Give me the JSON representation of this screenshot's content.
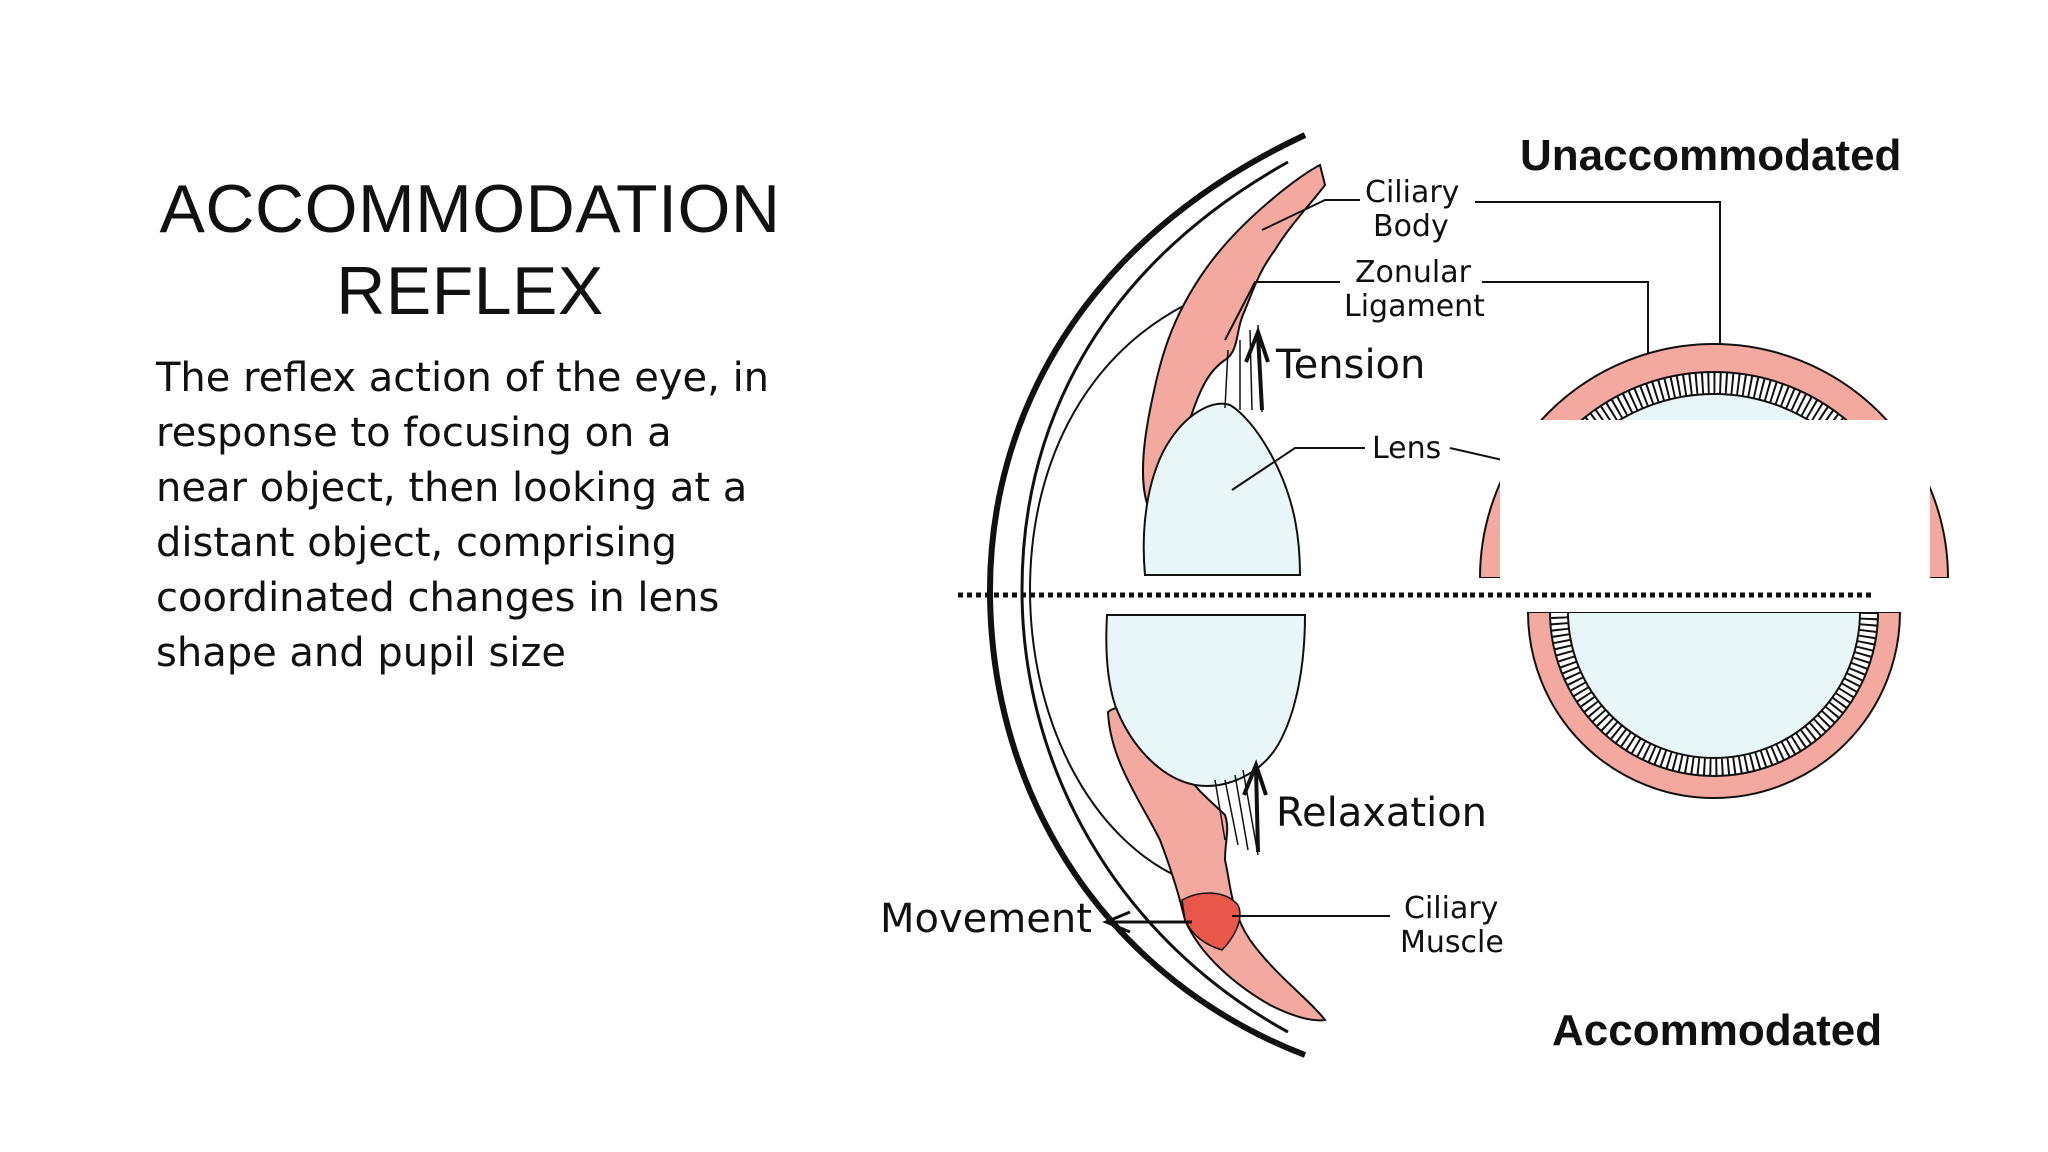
{
  "slide": {
    "title_lines": [
      "ACCOMMODATION",
      "REFLEX"
    ],
    "body_lines": [
      "The reflex action of the eye, in",
      "response to focusing on a",
      "near object, then looking at a",
      "distant object, comprising",
      "coordinated changes in lens",
      "shape and pupil size"
    ]
  },
  "figure": {
    "headings": {
      "top": "Unaccommodated",
      "bottom": "Accommodated"
    },
    "labels": {
      "ciliary_body": [
        "Ciliary",
        "Body"
      ],
      "zonular_ligament": [
        "Zonular",
        "Ligament"
      ],
      "tension": "Tension",
      "lens": "Lens",
      "relaxation": "Relaxation",
      "movement": "Movement",
      "ciliary_muscle": [
        "Ciliary",
        "Muscle"
      ]
    },
    "colors": {
      "tissue": "#f3a9a0",
      "muscle": "#e8574a",
      "lens": "#e8f6f8",
      "line": "#111111"
    }
  }
}
